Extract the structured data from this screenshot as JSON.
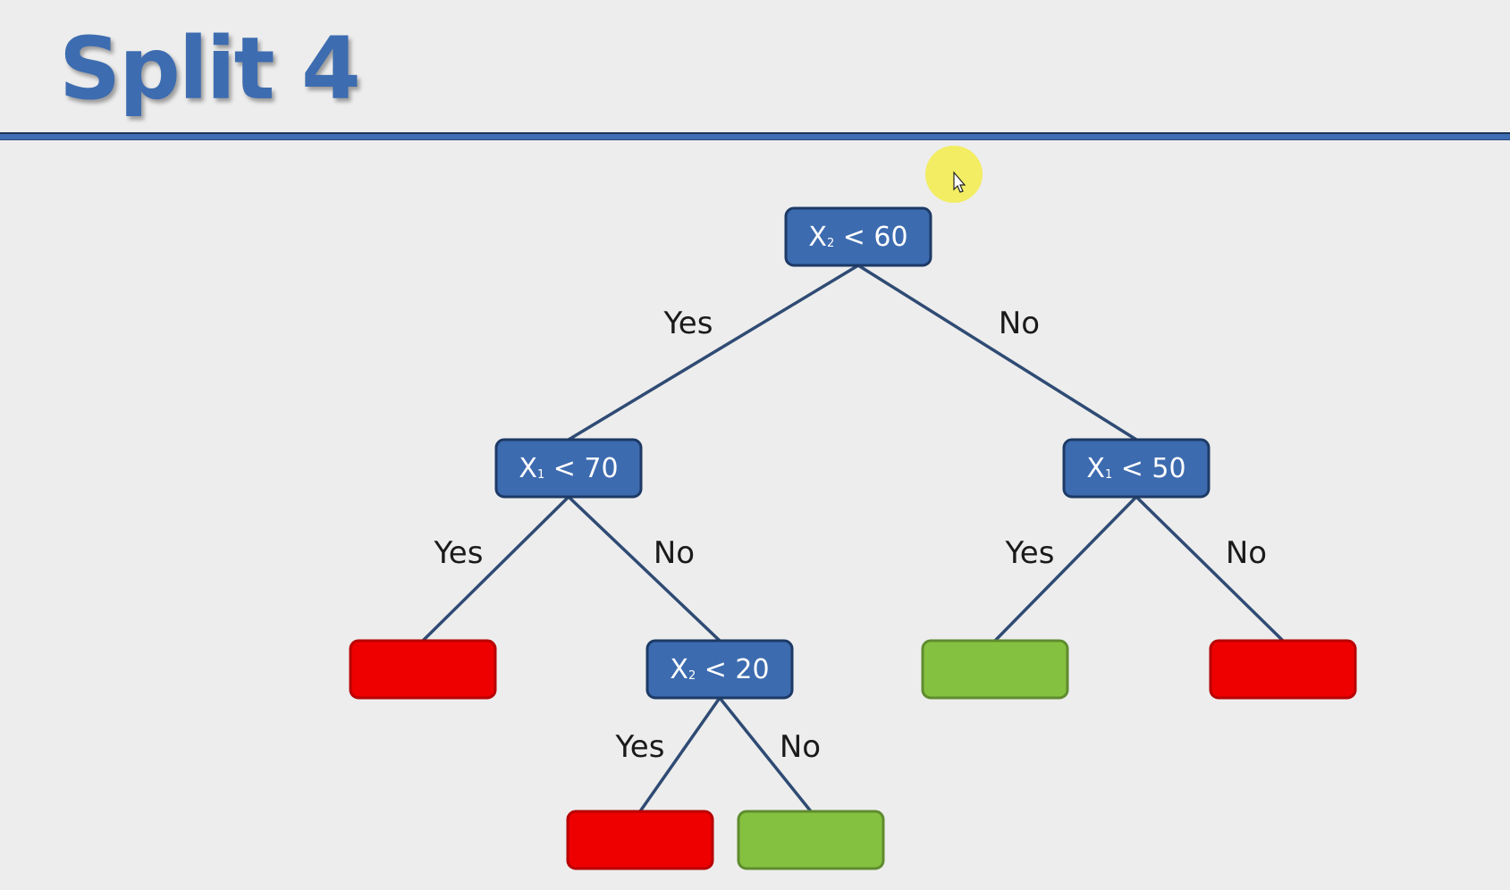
{
  "slide": {
    "title": "Split 4"
  },
  "tree": {
    "nodes": [
      {
        "id": "root",
        "kind": "decision",
        "var": "X",
        "sub": "2",
        "rest": " < 60"
      },
      {
        "id": "left",
        "kind": "decision",
        "var": "X",
        "sub": "1",
        "rest": " < 70"
      },
      {
        "id": "right",
        "kind": "decision",
        "var": "X",
        "sub": "1",
        "rest": " < 50"
      },
      {
        "id": "mid",
        "kind": "decision",
        "var": "X",
        "sub": "2",
        "rest": " < 20"
      },
      {
        "id": "leaf-left-yes",
        "kind": "leaf",
        "class": "red"
      },
      {
        "id": "leaf-right-yes",
        "kind": "leaf",
        "class": "green"
      },
      {
        "id": "leaf-right-no",
        "kind": "leaf",
        "class": "red"
      },
      {
        "id": "leaf-mid-yes",
        "kind": "leaf",
        "class": "red"
      },
      {
        "id": "leaf-mid-no",
        "kind": "leaf",
        "class": "green"
      }
    ],
    "edges": [
      {
        "from": "root",
        "to": "left",
        "label": "Yes"
      },
      {
        "from": "root",
        "to": "right",
        "label": "No"
      },
      {
        "from": "left",
        "to": "leaf-left-yes",
        "label": "Yes"
      },
      {
        "from": "left",
        "to": "mid",
        "label": "No"
      },
      {
        "from": "right",
        "to": "leaf-right-yes",
        "label": "Yes"
      },
      {
        "from": "right",
        "to": "leaf-right-no",
        "label": "No"
      },
      {
        "from": "mid",
        "to": "leaf-mid-yes",
        "label": "Yes"
      },
      {
        "from": "mid",
        "to": "leaf-mid-no",
        "label": "No"
      }
    ]
  },
  "colors": {
    "decision": "#3d6baf",
    "leaf_red": "#ee0000",
    "leaf_green": "#85c140",
    "edge": "#2f4b74",
    "title": "#3d6cb0"
  }
}
